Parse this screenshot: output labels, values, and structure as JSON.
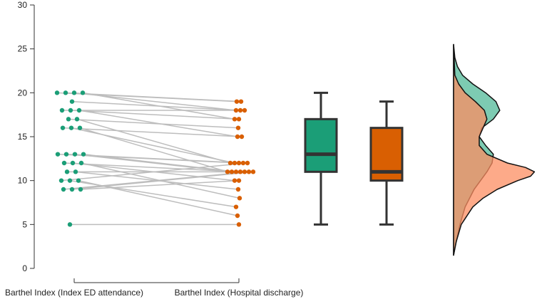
{
  "chart_data": {
    "type": "scatter",
    "title": "",
    "xlabel": "",
    "ylabel": "",
    "ylim": [
      0,
      30
    ],
    "yticks": [
      0,
      5,
      10,
      15,
      20,
      25,
      30
    ],
    "grid": false,
    "legend": "none",
    "categories": [
      "Barthel Index (Index ED attendance)",
      "Barthel Index (Hospital discharge)"
    ],
    "colors": {
      "group1": "#1b9e77",
      "group2": "#d95f02",
      "pair_line": "#bdbdbd"
    },
    "paired_points": [
      {
        "before": 20,
        "after": 19
      },
      {
        "before": 20,
        "after": 19
      },
      {
        "before": 20,
        "after": 18
      },
      {
        "before": 20,
        "after": 17
      },
      {
        "before": 19,
        "after": 18
      },
      {
        "before": 18,
        "after": 18
      },
      {
        "before": 18,
        "after": 17
      },
      {
        "before": 18,
        "after": 15
      },
      {
        "before": 17,
        "after": 16
      },
      {
        "before": 17,
        "after": 12
      },
      {
        "before": 16,
        "after": 15
      },
      {
        "before": 16,
        "after": 12
      },
      {
        "before": 16,
        "after": 11
      },
      {
        "before": 13,
        "after": 12
      },
      {
        "before": 13,
        "after": 12
      },
      {
        "before": 13,
        "after": 11
      },
      {
        "before": 13,
        "after": 11
      },
      {
        "before": 12,
        "after": 11
      },
      {
        "before": 12,
        "after": 10
      },
      {
        "before": 12,
        "after": 8
      },
      {
        "before": 11,
        "after": 11
      },
      {
        "before": 11,
        "after": 9
      },
      {
        "before": 10,
        "after": 12
      },
      {
        "before": 10,
        "after": 7
      },
      {
        "before": 10,
        "after": 6
      },
      {
        "before": 9,
        "after": 11
      },
      {
        "before": 9,
        "after": 11
      },
      {
        "before": 9,
        "after": 10
      },
      {
        "before": 5,
        "after": 5
      }
    ],
    "boxplots": [
      {
        "name": "Barthel Index (Index ED attendance)",
        "min": 5,
        "q1": 11,
        "median": 13,
        "q3": 17,
        "max": 20,
        "color": "#1b9e77"
      },
      {
        "name": "Barthel Index (Hospital discharge)",
        "min": 5,
        "q1": 10,
        "median": 11,
        "q3": 16,
        "max": 19,
        "color": "#d95f02"
      }
    ],
    "densities": [
      {
        "name": "Barthel Index (Index ED attendance)",
        "color": "#66c2a5",
        "y": [
          1.5,
          3,
          5,
          7,
          9,
          10,
          11,
          12,
          13,
          14,
          15,
          16,
          17,
          18,
          19,
          20,
          21,
          22,
          23,
          24,
          25.5
        ],
        "density": [
          0,
          0.02,
          0.05,
          0.09,
          0.16,
          0.21,
          0.26,
          0.3,
          0.31,
          0.25,
          0.2,
          0.22,
          0.31,
          0.36,
          0.33,
          0.25,
          0.15,
          0.07,
          0.03,
          0.01,
          0
        ]
      },
      {
        "name": "Barthel Index (Hospital discharge)",
        "color": "#fc8d62",
        "y": [
          1.5,
          3,
          5,
          7,
          8,
          9,
          10,
          10.5,
          11,
          11.5,
          12,
          13,
          14,
          15,
          16,
          17,
          18,
          19,
          20,
          21,
          22,
          25.5
        ],
        "density": [
          0,
          0.02,
          0.06,
          0.15,
          0.23,
          0.34,
          0.5,
          0.6,
          0.63,
          0.56,
          0.42,
          0.26,
          0.2,
          0.2,
          0.23,
          0.26,
          0.24,
          0.17,
          0.09,
          0.04,
          0.01,
          0
        ]
      }
    ]
  }
}
